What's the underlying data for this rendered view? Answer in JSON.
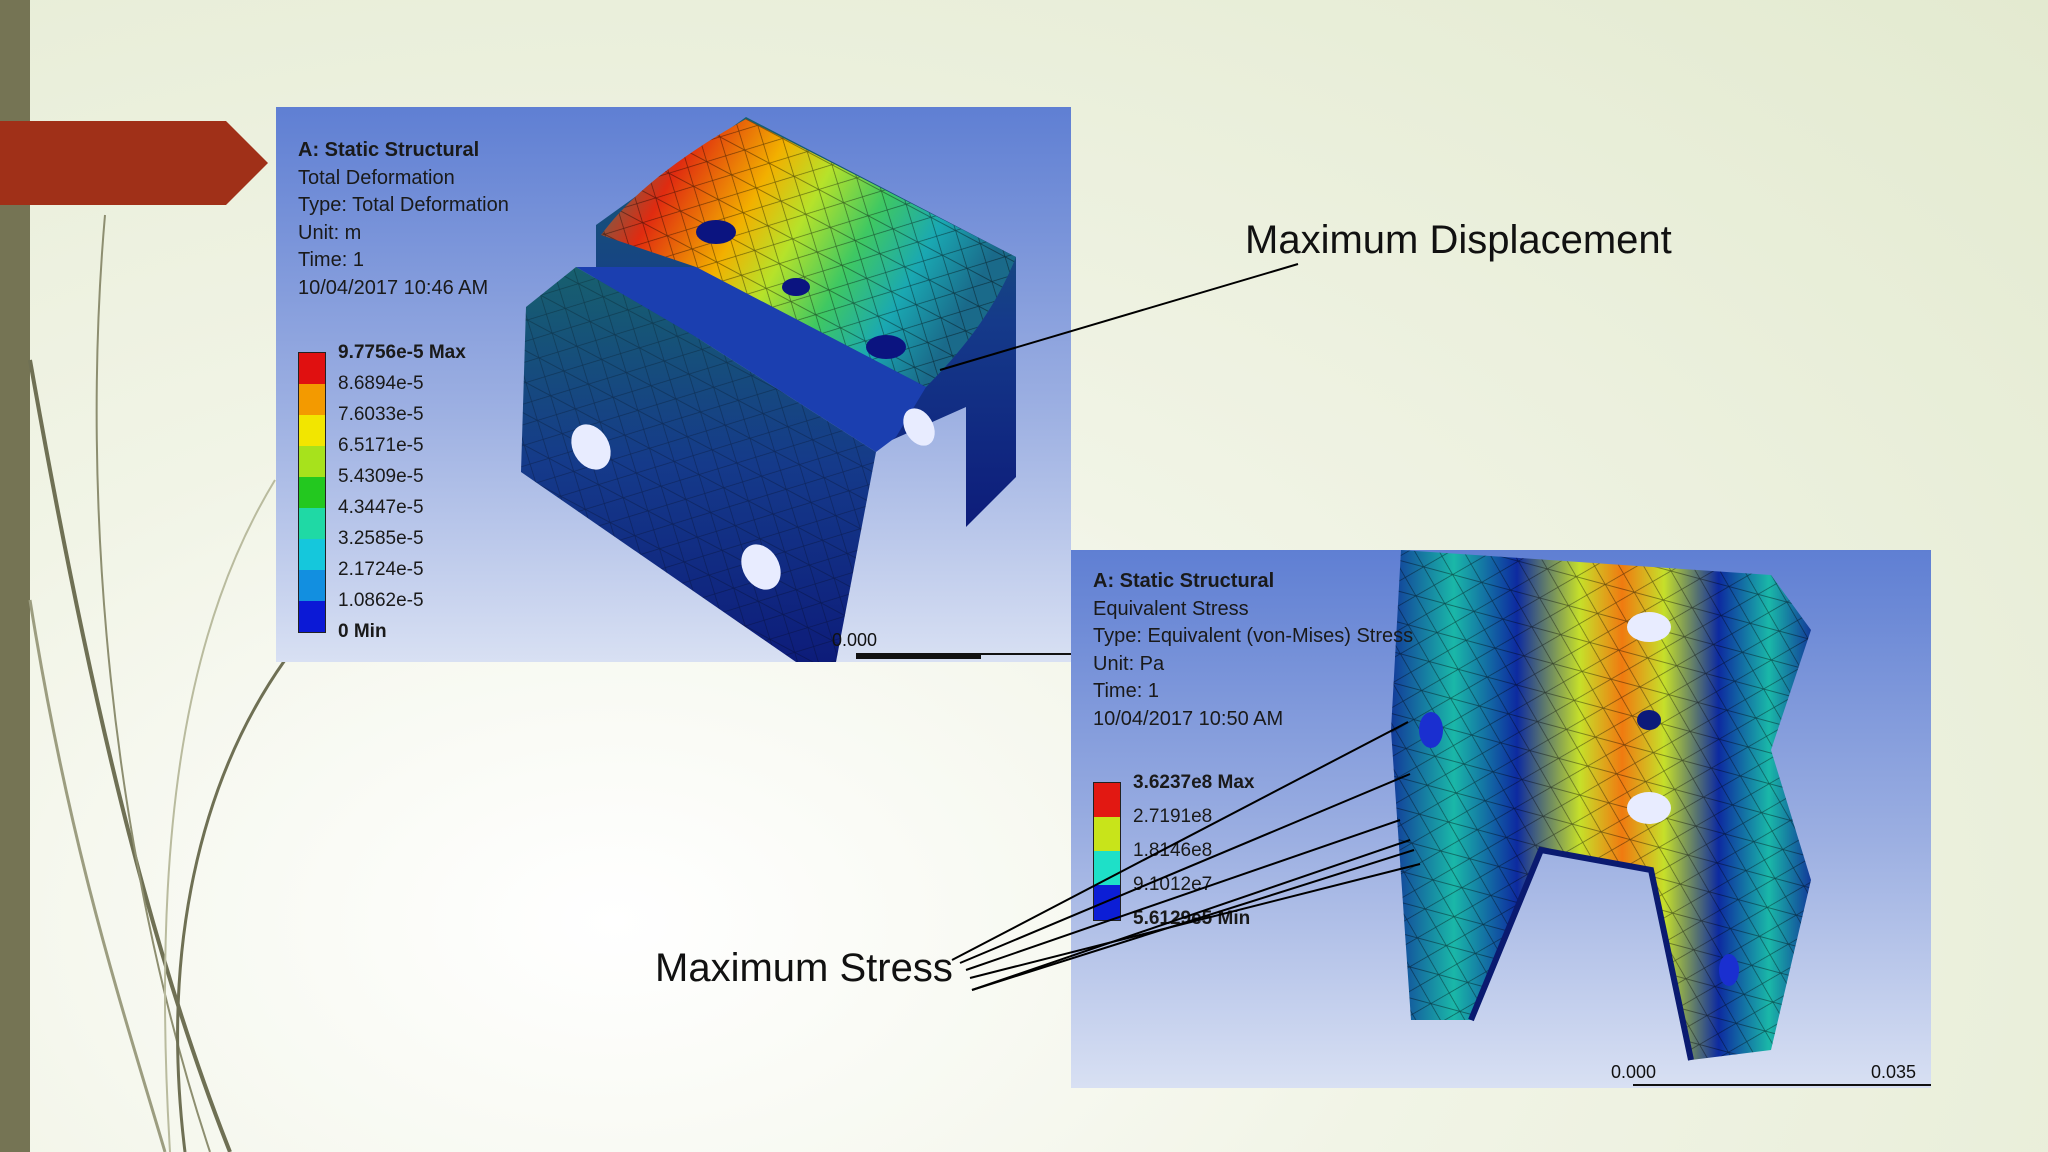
{
  "slide": {
    "colors": {
      "accent": "#a03018",
      "left_bar": "#757454",
      "background": "#eef2e0"
    }
  },
  "panel_deformation": {
    "title": "A: Static Structural",
    "lines": [
      "Total Deformation",
      "Type: Total Deformation",
      "Unit: m",
      "Time: 1",
      "10/04/2017 10:46 AM"
    ],
    "legend": {
      "labels": [
        "9.7756e-5 Max",
        "8.6894e-5",
        "7.6033e-5",
        "6.5171e-5",
        "5.4309e-5",
        "4.3447e-5",
        "3.2585e-5",
        "2.1724e-5",
        "1.0862e-5",
        "0 Min"
      ],
      "colors": [
        "#e01010",
        "#f39a00",
        "#f2e600",
        "#a7e21c",
        "#23c81f",
        "#1fd9a5",
        "#15c7dc",
        "#128fe0",
        "#0b19d6"
      ]
    },
    "scale_label": "0.000"
  },
  "panel_stress": {
    "title": "A: Static Structural",
    "lines": [
      "Equivalent Stress",
      "Type: Equivalent (von-Mises) Stress",
      "Unit: Pa",
      "Time: 1",
      "10/04/2017 10:50 AM"
    ],
    "legend": {
      "labels": [
        "3.6237e8 Max",
        "2.7191e8",
        "1.8146e8",
        "9.1012e7",
        "5.6129e5 Min"
      ],
      "colors": [
        "#e21812",
        "#c8e41a",
        "#1ee0c8",
        "#0c1ed6"
      ]
    },
    "scale_labels": [
      "0.000",
      "0.035"
    ]
  },
  "callouts": {
    "max_displacement": "Maximum Displacement",
    "max_stress": "Maximum Stress"
  }
}
